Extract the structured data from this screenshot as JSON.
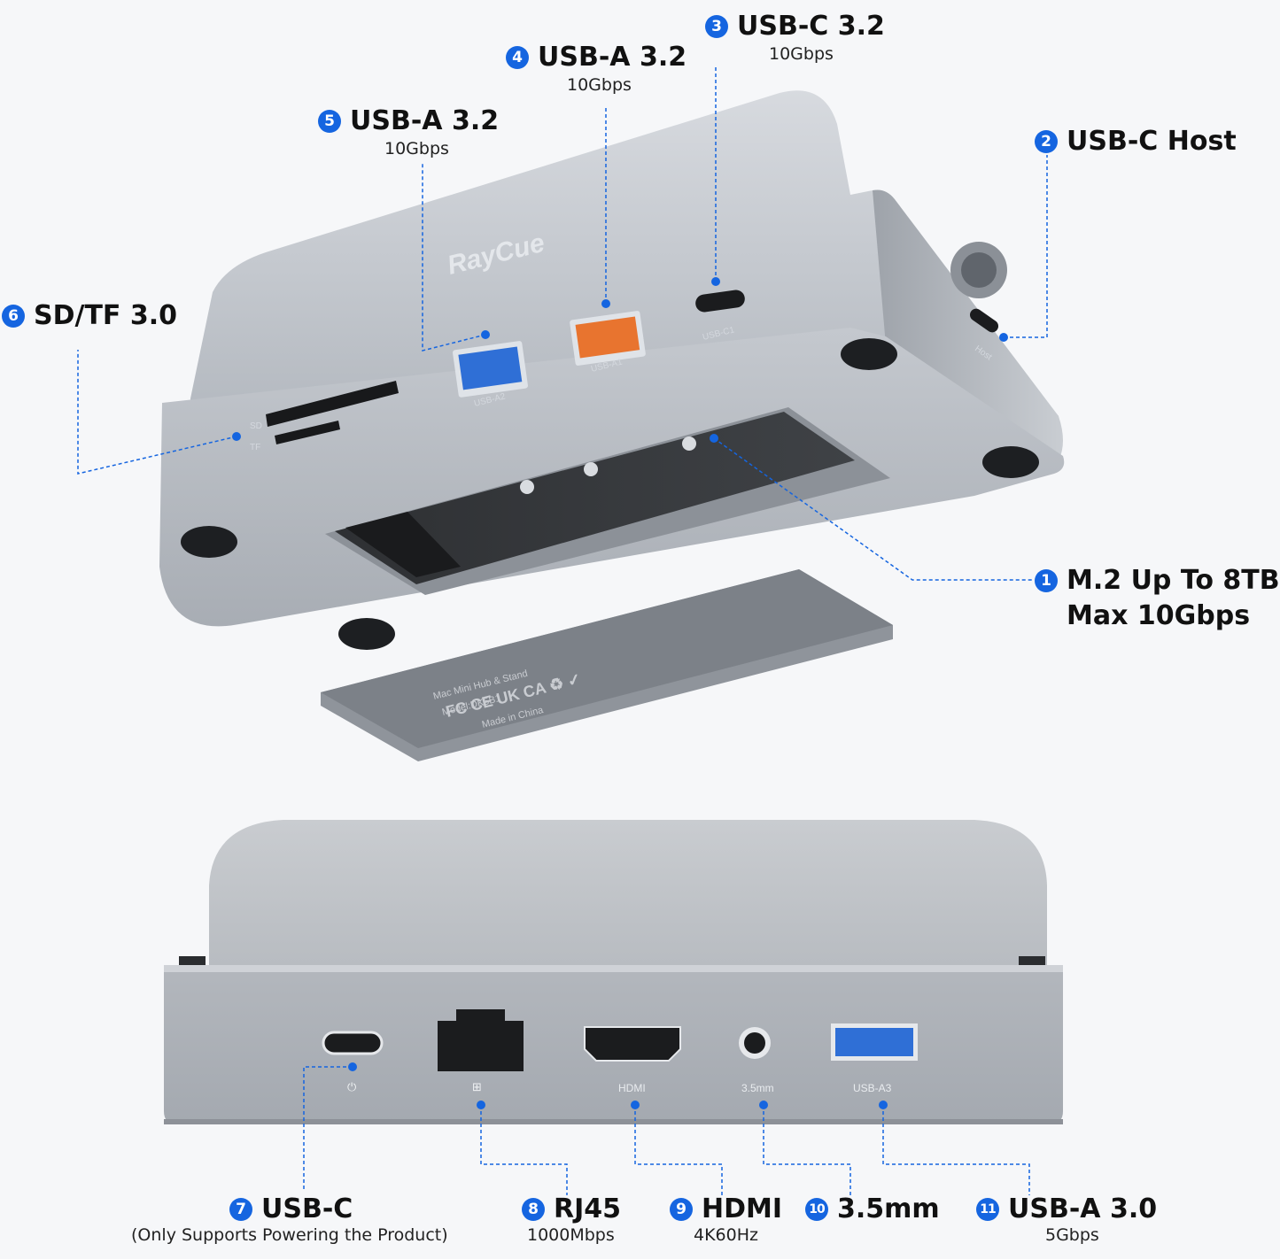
{
  "brand": {
    "logo_text": "RayCue"
  },
  "top_device": {
    "ports": {
      "sd_label": "SD",
      "tf_label": "TF",
      "usb_a2_label": "USB-A2",
      "usb_a1_label": "USB-A1",
      "usb_c1_label": "USB-C1",
      "host_label": "Host"
    }
  },
  "bottom_device": {
    "ports": {
      "hdmi_label": "HDMI",
      "audio_label": "3.5mm",
      "usb_a3_label": "USB-A3"
    }
  },
  "plate": {
    "line1": "Mac Mini Hub & Stand",
    "line2": "Model:DK5B1",
    "line3": "Made in China"
  },
  "callouts": [
    {
      "num": "1",
      "title": "M.2 Up To 8TB",
      "subtitle": "Max 10Gbps"
    },
    {
      "num": "2",
      "title": "USB-C Host"
    },
    {
      "num": "3",
      "title": "USB-C 3.2",
      "subtitle": "10Gbps"
    },
    {
      "num": "4",
      "title": "USB-A 3.2",
      "subtitle": "10Gbps"
    },
    {
      "num": "5",
      "title": "USB-A 3.2",
      "subtitle": "10Gbps"
    },
    {
      "num": "6",
      "title": "SD/TF 3.0"
    },
    {
      "num": "7",
      "title": "USB-C",
      "subtitle": "(Only Supports Powering the Product)"
    },
    {
      "num": "8",
      "title": "RJ45",
      "subtitle": "1000Mbps"
    },
    {
      "num": "9",
      "title": "HDMI",
      "subtitle": "4K60Hz"
    },
    {
      "num": "10",
      "title": "3.5mm"
    },
    {
      "num": "11",
      "title": "USB-A 3.0",
      "subtitle": "5Gbps"
    }
  ],
  "colors": {
    "accent": "#1565e0",
    "usb3_blue": "#2f6fd6",
    "usb_orange": "#e8742f",
    "aluminum": "#b9bec5"
  }
}
